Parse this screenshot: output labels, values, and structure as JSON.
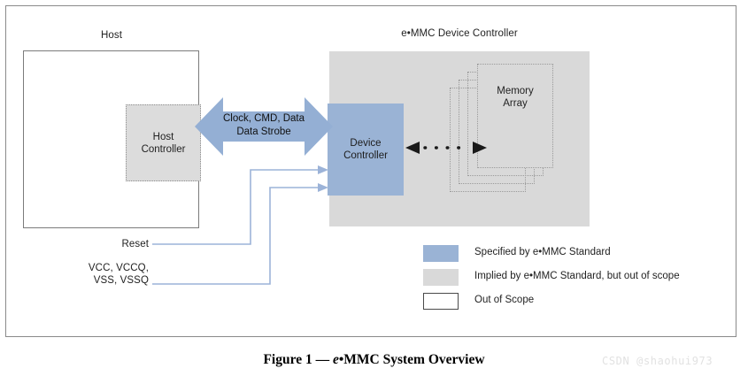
{
  "figure": {
    "caption_prefix": "Figure 1 — ",
    "caption_italic": "e",
    "caption_rest": "•MMC System Overview",
    "watermark": "CSDN @shaohui973"
  },
  "host": {
    "title": "Host",
    "controller_label": "Host\nController"
  },
  "device": {
    "title": "e•MMC Device Controller",
    "controller_label": "Device\nController",
    "memory_label": "Memory\nArray",
    "memory_sheet_count": 4
  },
  "bus": {
    "label": "Clock, CMD, Data\nData Strobe"
  },
  "signals": {
    "reset_label": "Reset",
    "power_label": "VCC, VCCQ,\nVSS, VSSQ"
  },
  "legend": {
    "items": [
      {
        "swatch": "blue",
        "text": "Specified by e•MMC Standard"
      },
      {
        "swatch": "gray",
        "text": "Implied by e•MMC Standard, but out of scope"
      },
      {
        "swatch": "white",
        "text": "Out of Scope"
      }
    ]
  },
  "colors": {
    "specified_blue": "#9ab3d5",
    "implied_gray": "#d9d9d9",
    "out_of_scope_white": "#ffffff",
    "frame_border": "#8a8a8a",
    "signal_line": "#9cb3d8"
  }
}
